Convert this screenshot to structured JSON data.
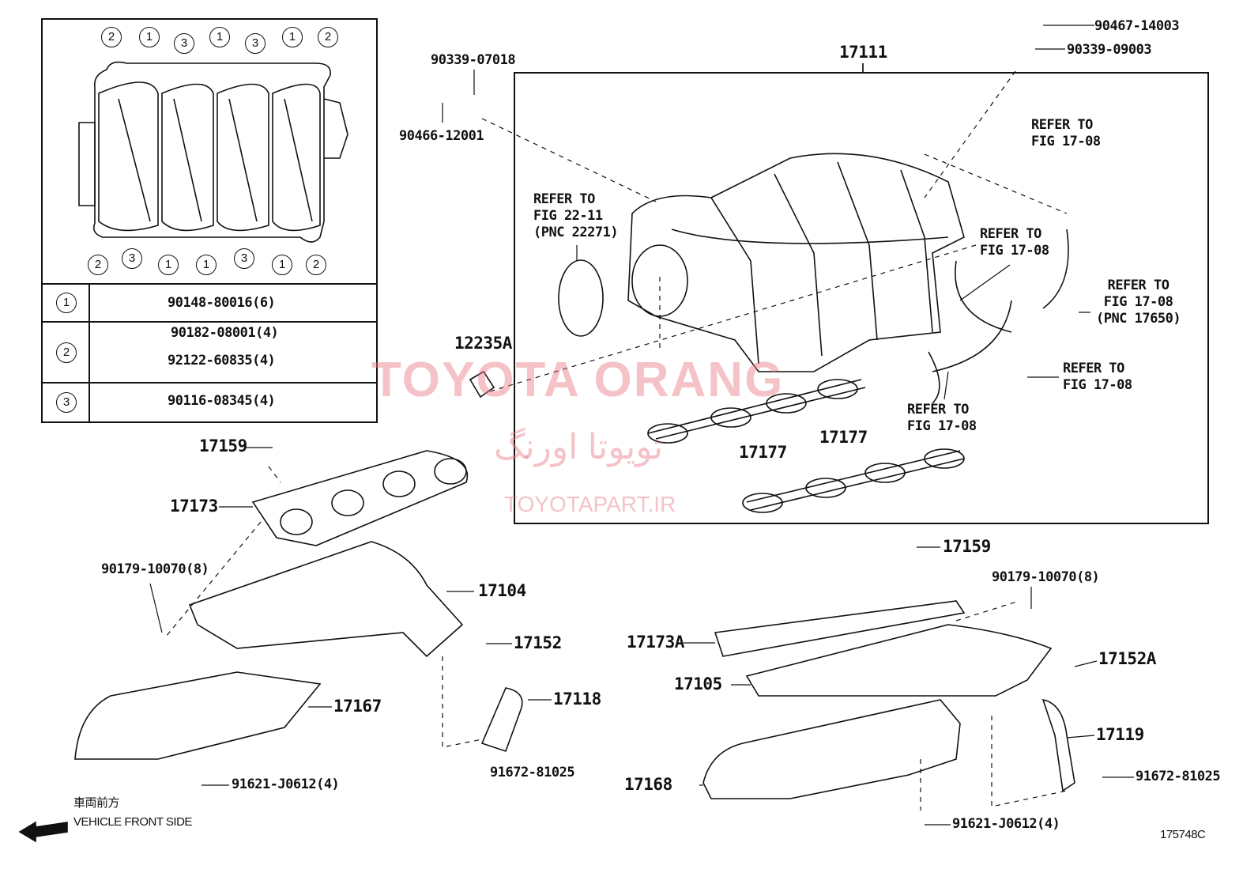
{
  "inset": {
    "top_numbers": [
      "2",
      "1",
      "3",
      "1",
      "3",
      "1",
      "2"
    ],
    "bottom_numbers": [
      "2",
      "3",
      "1",
      "1",
      "3",
      "1",
      "2"
    ],
    "rows": [
      {
        "num": "1",
        "parts": [
          "90148-80016(6)"
        ]
      },
      {
        "num": "2",
        "parts": [
          "90182-08001(4)",
          "92122-60835(4)"
        ]
      },
      {
        "num": "3",
        "parts": [
          "90116-08345(4)"
        ]
      }
    ]
  },
  "labels": [
    "90339-07018",
    "90466-12001",
    "17111",
    "90467-14003",
    "90339-09003",
    "REFER TO\nFIG 17-08",
    "REFER TO\nFIG 22-11\n(PNC 22271)",
    "REFER TO\nFIG 17-08",
    "REFER TO\nFIG 17-08\n(PNC 17650)",
    "REFER TO\nFIG 17-08",
    "REFER TO\nFIG 17-08",
    "12235A",
    "17177",
    "17177",
    "17159",
    "17173",
    "90179-10070(8)",
    "17104",
    "17152",
    "17167",
    "17118",
    "91672-81025",
    "91621-J0612(4)",
    "17159",
    "90179-10070(8)",
    "17173A",
    "17105",
    "17152A",
    "17119",
    "17168",
    "91672-81025",
    "91621-J0612(4)"
  ],
  "footer": {
    "jp_direction": "車両前方",
    "direction": "VEHICLE FRONT SIDE",
    "figure_code": "175748C"
  },
  "watermark": {
    "brand": "TOYOTA ORANG",
    "persian": "تویوتا اورنگ",
    "site": "TOYOTAPART.IR"
  }
}
